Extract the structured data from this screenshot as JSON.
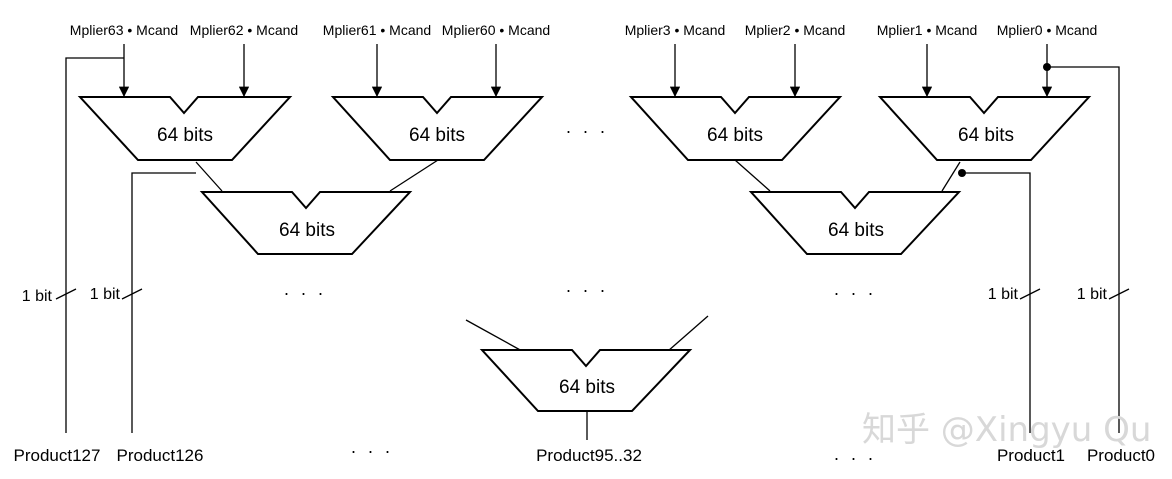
{
  "inputs": {
    "mplier63": "Mplier63 • Mcand",
    "mplier62": "Mplier62 • Mcand",
    "mplier61": "Mplier61 • Mcand",
    "mplier60": "Mplier60 • Mcand",
    "mplier3": "Mplier3 • Mcand",
    "mplier2": "Mplier2 • Mcand",
    "mplier1": "Mplier1 • Mcand",
    "mplier0": "Mplier0 • Mcand"
  },
  "adder_label": "64 bits",
  "bit_label": "1 bit",
  "ellipsis": "· · ·",
  "outputs": {
    "product127": "Product127",
    "product126": "Product126",
    "product_mid": "Product95..32",
    "product1": "Product1",
    "product0": "Product0"
  },
  "watermark": "知乎 @Xingyu Qu"
}
